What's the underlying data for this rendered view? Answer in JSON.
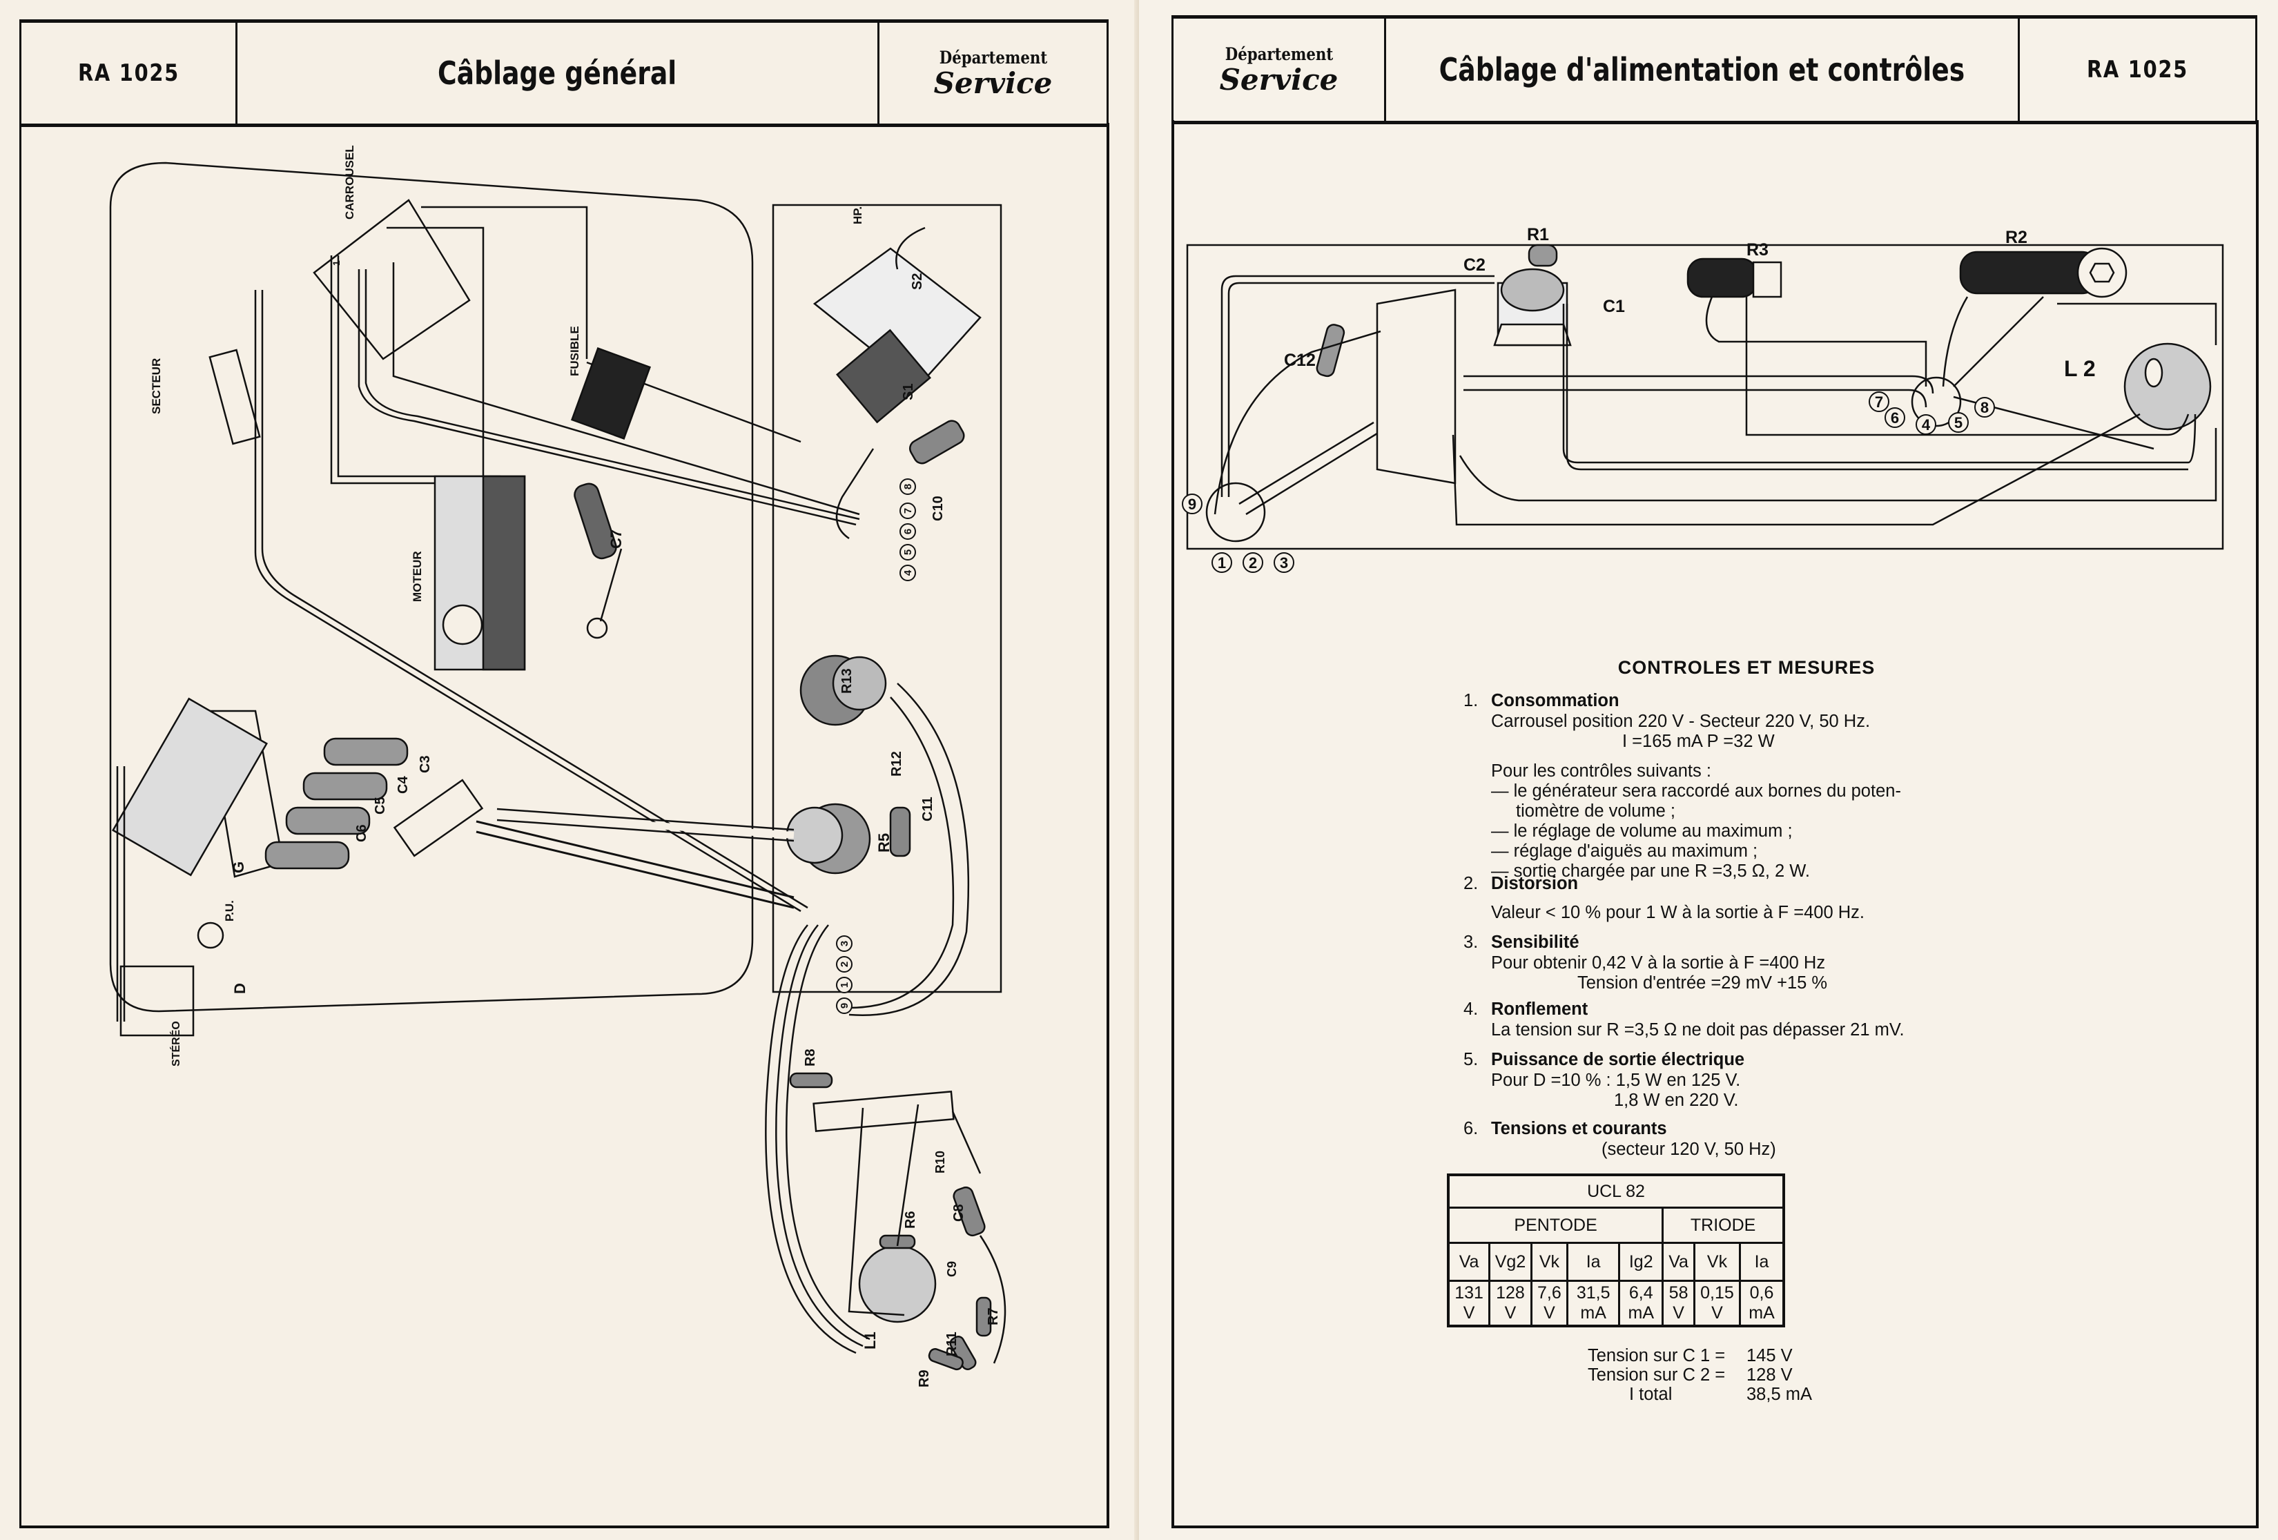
{
  "left_page": {
    "header": {
      "model": "RA 1025",
      "title": "Câblage général",
      "dept_line1": "Département",
      "dept_line2": "Service"
    },
    "diagram_labels": {
      "carrousel": "CARROUSEL",
      "secteur": "SECTEUR",
      "fusible": "FUSIBLE",
      "moteur": "MOTEUR",
      "c7": "C7",
      "hp": "HP.",
      "s1": "S1",
      "s2": "S2",
      "c10": "C10",
      "r13": "R13",
      "r12": "R12",
      "r5": "R5",
      "c11": "C11",
      "c3": "C3",
      "c4": "C4",
      "c5": "C5",
      "c6": "C6",
      "g": "G",
      "d": "D",
      "pu": "P.U.",
      "stereo": "STÉRÉO",
      "r8": "R8",
      "r10": "R10",
      "r6": "R6",
      "c8": "C8",
      "c9": "C9",
      "r7": "R7",
      "r11": "R11",
      "r9": "R9",
      "l1": "L1",
      "terminal_1": "1",
      "pins_top": [
        "4",
        "5",
        "6",
        "7",
        "8"
      ],
      "pins_bottom": [
        "9",
        "1",
        "2",
        "3"
      ]
    }
  },
  "right_page": {
    "header": {
      "dept_line1": "Département",
      "dept_line2": "Service",
      "title": "Câblage d'alimentation et contrôles",
      "model": "RA 1025"
    },
    "diagram_labels": {
      "r1": "R1",
      "r2": "R2",
      "r3": "R3",
      "c1": "C1",
      "c2": "C2",
      "c12": "C12",
      "l2": "L 2",
      "pins_left": [
        "9",
        "1",
        "2",
        "3"
      ],
      "pins_right": [
        "7",
        "6",
        "4",
        "5",
        "8"
      ]
    },
    "controls": {
      "title": "CONTROLES ET MESURES",
      "items": [
        {
          "num": "1.",
          "heading": "Consommation",
          "lines": [
            "Carrousel position 220 V - Secteur 220 V, 50 Hz.",
            "I =165 mA   P =32 W",
            "",
            "Pour les contrôles suivants :",
            "— le générateur sera raccordé aux bornes du poten-",
            "tiomètre de volume ;",
            "— le réglage de volume au maximum  ;",
            "— réglage d'aiguës au maximum  ;",
            "— sortie chargée par une R =3,5 Ω, 2 W."
          ]
        },
        {
          "num": "2.",
          "heading": "Distorsion",
          "lines": [
            "Valeur < 10 % pour 1 W à la sortie à F =400 Hz."
          ]
        },
        {
          "num": "3.",
          "heading": "Sensibilité",
          "lines": [
            "Pour obtenir 0,42 V à la sortie à F =400 Hz",
            "Tension d'entrée =29 mV +15 %"
          ]
        },
        {
          "num": "4.",
          "heading": "Ronflement",
          "lines": [
            "La tension sur R =3,5 Ω ne doit pas dépasser 21 mV."
          ]
        },
        {
          "num": "5.",
          "heading": "Puissance de sortie électrique",
          "lines": [
            "Pour D =10 % : 1,5 W en 125 V.",
            "1,8 W en 220 V."
          ]
        },
        {
          "num": "6.",
          "heading": "Tensions et courants",
          "lines": [
            "(secteur 120 V, 50 Hz)"
          ]
        }
      ]
    },
    "table": {
      "tube": "UCL 82",
      "groups": [
        "PENTODE",
        "TRIODE"
      ],
      "columns": [
        "Va",
        "Vg2",
        "Vk",
        "Ia",
        "Ig2",
        "Va",
        "Vk",
        "Ia"
      ],
      "values": [
        "131 V",
        "128 V",
        "7,6 V",
        "31,5 mA",
        "6,4 mA",
        "58 V",
        "0,15 V",
        "0,6 mA"
      ]
    },
    "totals": [
      {
        "label": "Tension sur C 1 =",
        "value": "145   V"
      },
      {
        "label": "Tension sur C 2 =",
        "value": "128   V"
      },
      {
        "label": "I total",
        "value": "38,5 mA"
      }
    ]
  }
}
